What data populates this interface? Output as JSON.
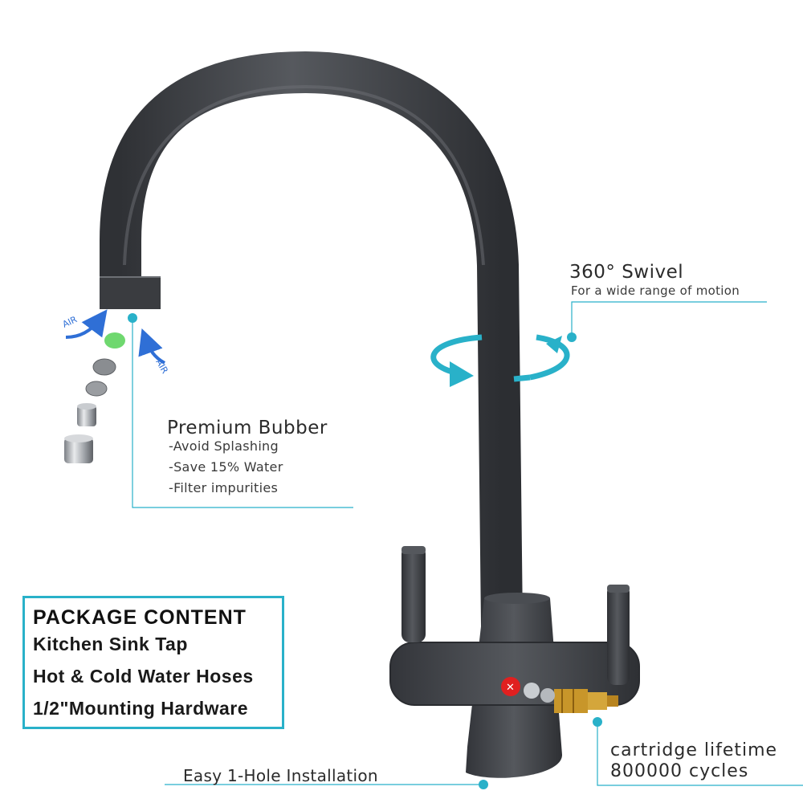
{
  "swivel": {
    "title": "360° Swivel",
    "subtitle": "For a wide range of motion"
  },
  "bubbler": {
    "title": "Premium Bubber",
    "features": [
      "-Avoid Splashing",
      "-Save 15% Water",
      "-Filter impurities"
    ],
    "air_label": "AIR"
  },
  "package": {
    "title": "PACKAGE CONTENT",
    "items": [
      "Kitchen Sink Tap",
      "Hot & Cold Water Hoses",
      "1/2\"Mounting Hardware"
    ]
  },
  "installation": {
    "label": "Easy 1-Hole Installation"
  },
  "cartridge": {
    "line1": "cartridge lifetime",
    "line2": "800000 cycles"
  },
  "colors": {
    "accent": "#29b1c9",
    "faucet": "#3d3f43",
    "air_arrow": "#2f6fd6",
    "aerator_green": "#6fd86f",
    "hot_marker": "#e02020"
  },
  "icons": [
    "swivel-arrow-icon",
    "air-arrow-icon",
    "aerator-part-icon",
    "callout-dot-icon"
  ]
}
